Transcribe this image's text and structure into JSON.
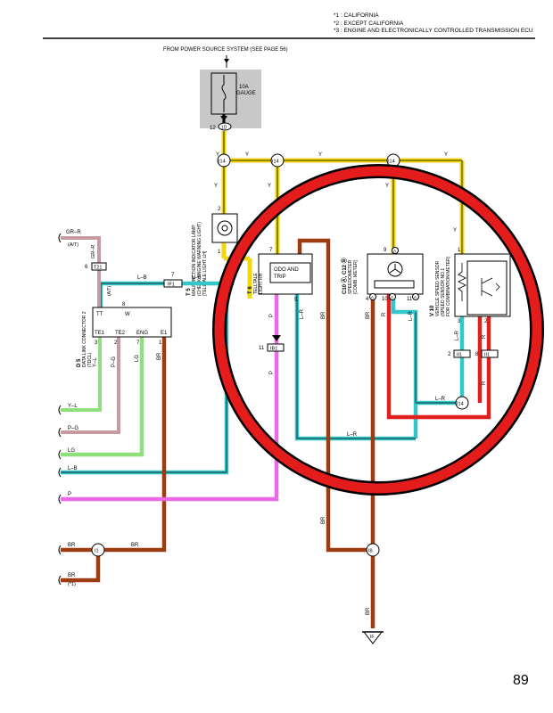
{
  "notes": [
    "*1 : CALIFORNIA",
    "*2 : EXCEPT CALIFORNIA",
    "*3 : ENGINE AND ELECTRONICALLY CONTROLLED TRANSMISSION ECU"
  ],
  "power_source": "FROM POWER SOURCE SYSTEM (SEE PAGE 56)",
  "fuse": {
    "line1": "10A",
    "line2": "GAUGE",
    "pin": "12",
    "conn": "1D"
  },
  "junctions": {
    "i14_a": "I14",
    "i14_b": "I14",
    "i14_c": "I14",
    "i14_d": "I14",
    "i1": "I1",
    "i8": "I8",
    "if": "IF"
  },
  "connectors": {
    "t21": "T21",
    "if1": "IF1",
    "ib1": "IB1",
    "ii1": "II1",
    "ii2": "II1"
  },
  "components": {
    "dlc": {
      "code": "D 5",
      "name": "DATA LINK CONNECTOR 2",
      "sub": "(TDCL)",
      "pins": [
        "TT",
        "W",
        "TE1",
        "TE2",
        "ENG",
        "E1"
      ],
      "pin_nums": [
        "6",
        "8",
        "3",
        "2",
        "7",
        "1"
      ]
    },
    "mil": {
      "code": "T 5",
      "name": "MALFUNCTION INDICATOR LAMP",
      "sub1": "(CHECK ENGINE WARNING LIGHT)",
      "sub2": "[TELLTALE LIGHT LH]",
      "pins": [
        "2",
        "1"
      ]
    },
    "telltale_rh": {
      "code": "T 6",
      "name": "TELLTALE",
      "sub": "LIGHT RH",
      "label": [
        "ODO AND",
        "TRIP"
      ],
      "pins": [
        "7",
        "5"
      ]
    },
    "speedometer": {
      "code": "C10 Ⓐ, C12 Ⓑ",
      "name": "SPEEDOMETER",
      "sub": "[COMB. METER]",
      "pins": [
        "9",
        "4",
        "10",
        "11"
      ],
      "pin_letters": [
        "A",
        "A",
        "A",
        "A"
      ]
    },
    "speed_sensor": {
      "code": "V 10",
      "name": "VEHICLE SPEED SENSOR",
      "sub1": "(SPEED SENSOR NO.1",
      "sub2": "FOR COMBINATION METER)",
      "pins": [
        "1",
        "3",
        "2"
      ]
    }
  },
  "pins": {
    "t21": "6",
    "if1": "7",
    "ib1": "11",
    "ii1": "2",
    "ii2": "8",
    "dlc_w": "8"
  },
  "wires": {
    "y": "Y",
    "lb": "L–B",
    "lr": "L–R",
    "r": "R",
    "br": "BR",
    "p": "P",
    "yl": "Y–L",
    "pg": "P–G",
    "lg": "LG",
    "grr": "GR–R",
    "gr_r_note": "(A/T)",
    "gr_r2": "GR–R",
    "gr_r2_note": "(A/T)",
    "br_note": "(*1)"
  },
  "page_number": "89",
  "colors": {
    "yellow": "#f2d70b",
    "cyan": "#35c6c9",
    "red": "#e01f1f",
    "brown": "#9c3c10",
    "violet": "#e96be6",
    "green": "#8fe07d",
    "pink": "#c79aa0",
    "grey_box": "#c8c8c8",
    "annotation_circle": "#e51c1c"
  }
}
